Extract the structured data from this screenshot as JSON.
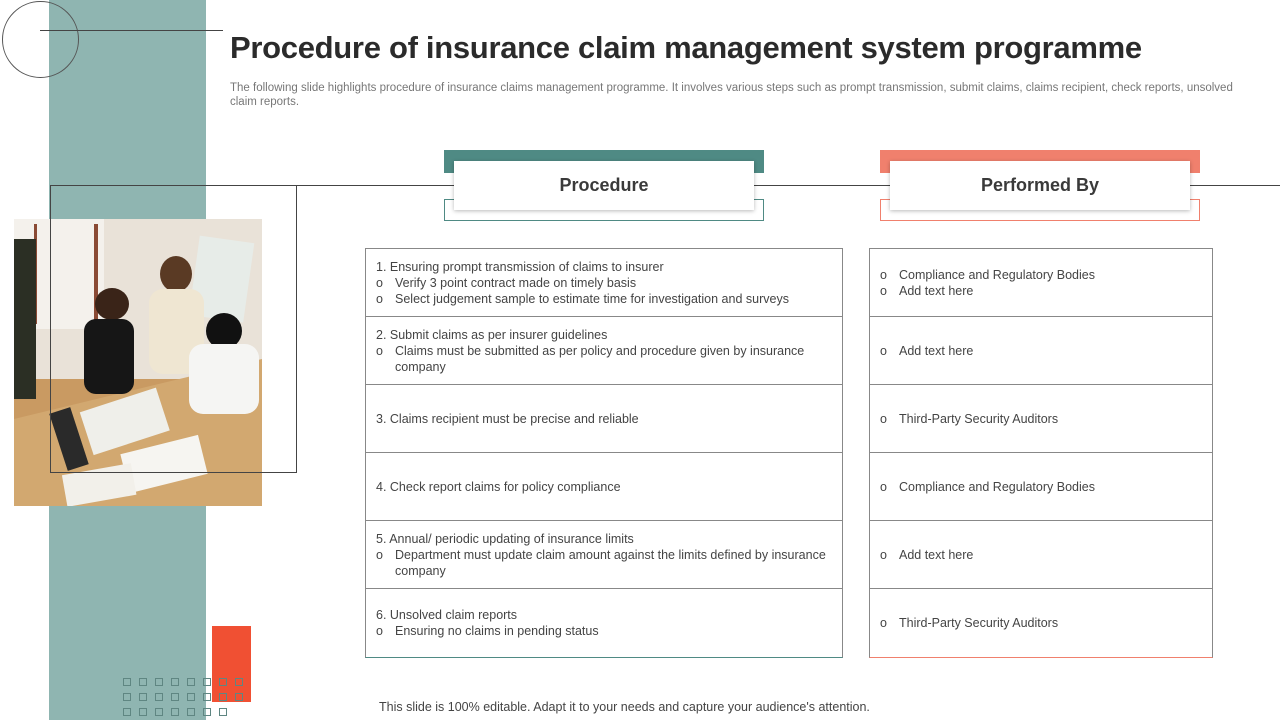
{
  "title": "Procedure of insurance claim management system programme",
  "subtitle": "The following slide highlights procedure of insurance claims management programme. It involves various steps such as prompt transmission, submit claims, claims recipient, check reports, unsolved claim reports.",
  "colors": {
    "teal": "#8fb5b1",
    "teal_dark": "#4f8a84",
    "coral": "#f0806d",
    "red": "#f05033"
  },
  "columns": {
    "procedure": "Procedure",
    "performed_by": "Performed By"
  },
  "bullet_mark": "o",
  "procedure_rows": [
    {
      "head": "1. Ensuring prompt transmission of claims to insurer",
      "bullets": [
        "Verify 3 point contract made on timely basis",
        "Select judgement sample to estimate time for investigation and surveys"
      ]
    },
    {
      "head": "2. Submit claims as per insurer guidelines",
      "bullets": [
        "Claims must be submitted as per policy and procedure given by insurance company"
      ]
    },
    {
      "head": "3. Claims recipient must be precise and reliable",
      "bullets": []
    },
    {
      "head": "4. Check report claims for policy compliance",
      "bullets": []
    },
    {
      "head": "5. Annual/ periodic updating of insurance limits",
      "bullets": [
        "Department must update claim amount against the limits defined by insurance company"
      ]
    },
    {
      "head": "6. Unsolved claim reports",
      "bullets": [
        "Ensuring no claims in pending status"
      ]
    }
  ],
  "performer_rows": [
    [
      "Compliance and Regulatory Bodies",
      "Add text here"
    ],
    [
      "Add text here"
    ],
    [
      "Third-Party Security Auditors"
    ],
    [
      "Compliance and Regulatory Bodies"
    ],
    [
      "Add text here"
    ],
    [
      "Third-Party Security Auditors"
    ]
  ],
  "footer": "This slide is 100% editable. Adapt it to your needs and capture your audience's attention."
}
